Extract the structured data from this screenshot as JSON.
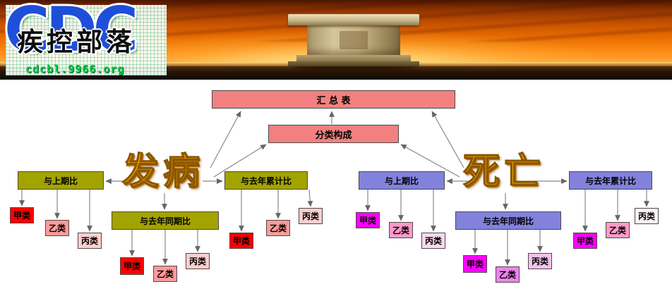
{
  "banner": {
    "logo_text": "CDC",
    "logo_title": "疾控部落",
    "site_url": "cdcbl.9966.org"
  },
  "diagram": {
    "summary_label": "汇 总 表",
    "composition_label": "分类构成",
    "branches": [
      {
        "title": "发病",
        "groups": [
          {
            "label": "与上期比",
            "children": [
              "甲类",
              "乙类",
              "丙类"
            ]
          },
          {
            "label": "与去年累计比",
            "children": [
              "甲类",
              "乙类",
              "丙类"
            ]
          },
          {
            "label": "与去年同期比",
            "children": [
              "甲类",
              "乙类",
              "丙类"
            ]
          }
        ]
      },
      {
        "title": "死亡",
        "groups": [
          {
            "label": "与上期比",
            "children": [
              "甲类",
              "乙类",
              "丙类"
            ]
          },
          {
            "label": "与去年累计比",
            "children": [
              "甲类",
              "乙类",
              "丙类"
            ]
          },
          {
            "label": "与去年同期比",
            "children": [
              "甲类",
              "乙类",
              "丙类"
            ]
          }
        ]
      }
    ]
  },
  "colors": {
    "summary_box": "#F28080",
    "incidence_group_box": "#A3A300",
    "death_group_box": "#8282DC",
    "incidence_class_a": "#FF0000",
    "incidence_class_b": "#FF9B9B",
    "incidence_class_c": "#FFCFCF",
    "death_class_a": "#FF00FF",
    "death_class_b": "#FF9BCB",
    "death_class_b_alt": "#EE82EE",
    "death_class_c": "#FFD9EC",
    "wordart_text": "#FFAA00",
    "logo_text_blue": "#1E4FD8",
    "site_url_green": "#00CC44"
  }
}
